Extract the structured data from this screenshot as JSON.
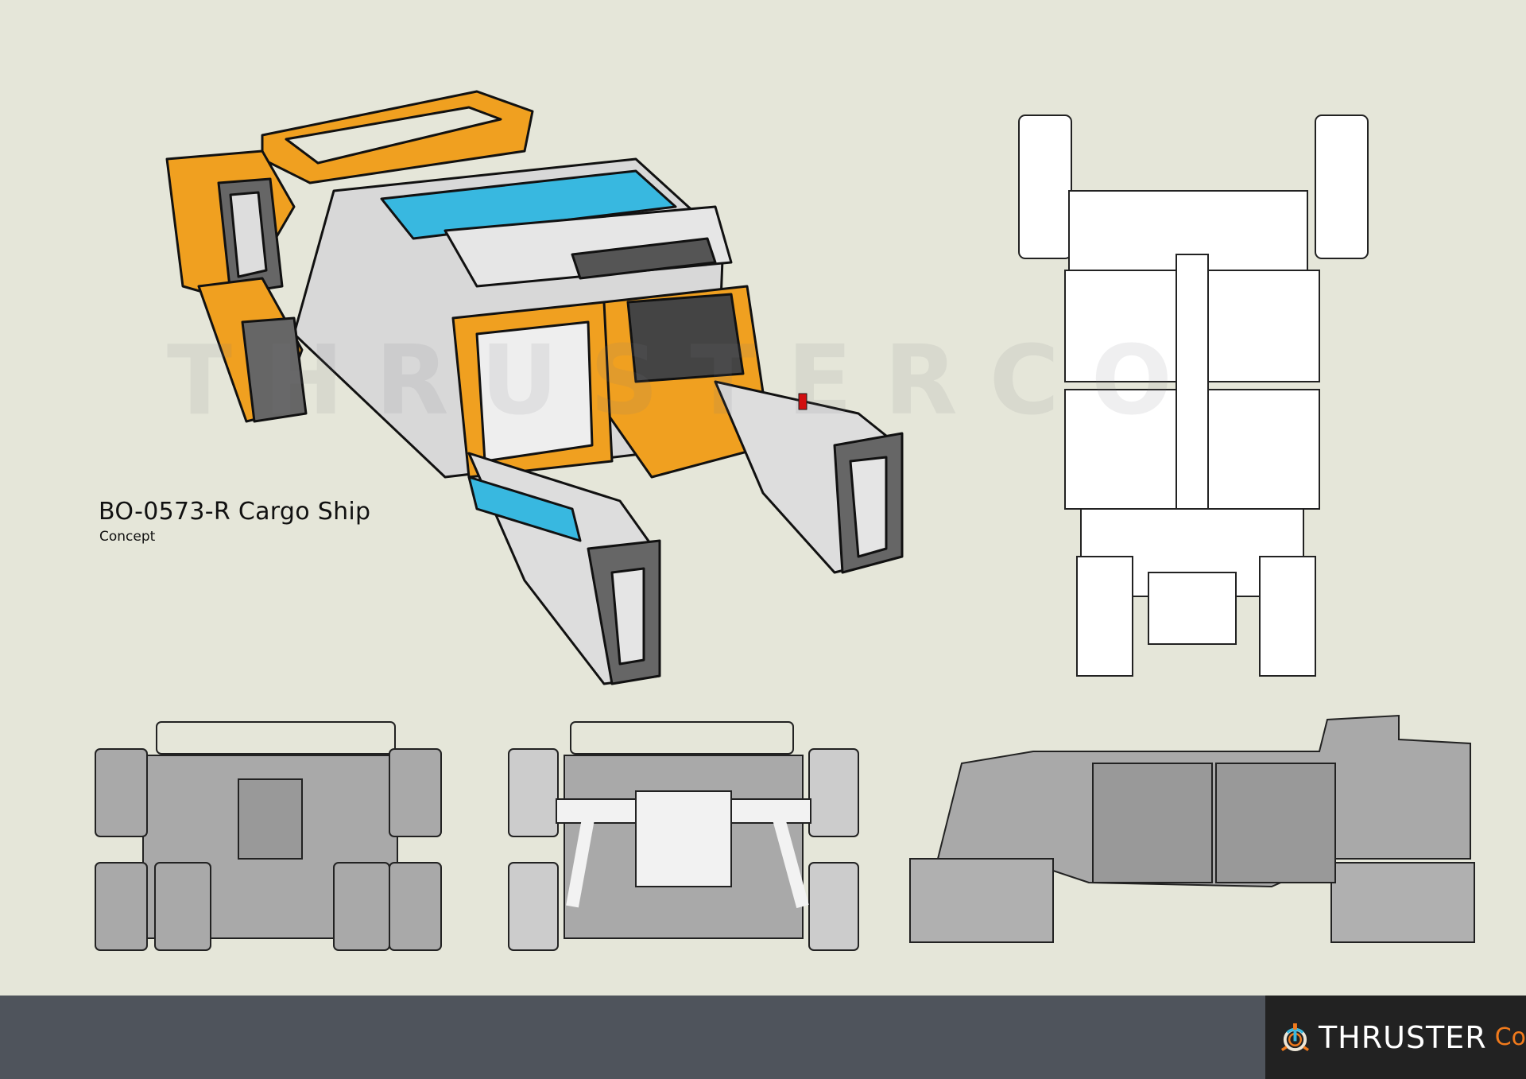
{
  "sheet": {
    "title": "BO-0573-R Cargo Ship",
    "subtitle": "Concept",
    "watermark": "THRUSTERCO"
  },
  "footer": {
    "logo_name": "THRUSTER",
    "logo_suffix": "Co",
    "logo_icon": "thruster-logo-icon"
  },
  "colors": {
    "background": "#e5e6d9",
    "footer": "#4f545c",
    "logo_box": "#222222",
    "accent_orange": "#f0a020",
    "accent_blue": "#38b8e0",
    "hull_gray": "#6a6a6a"
  }
}
